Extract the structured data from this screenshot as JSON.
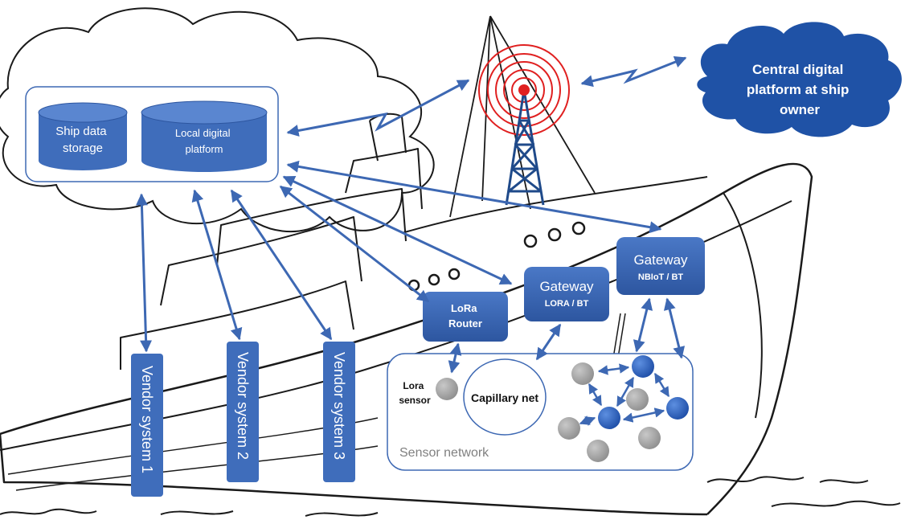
{
  "nodes": {
    "ship_storage": "Ship data\nstorage",
    "local_platform": "Local digital\nplatform",
    "central_platform": "Central digital\nplatform at ship\nowner",
    "gateway_nbiot": {
      "title": "Gateway",
      "subtitle": "NBIoT / BT"
    },
    "gateway_lora": {
      "title": "Gateway",
      "subtitle": "LORA / BT"
    },
    "lora_router": "LoRa\nRouter",
    "vendor1": "Vendor system 1",
    "vendor2": "Vendor system 2",
    "vendor3": "Vendor system 3",
    "lora_sensor": "Lora\nsensor",
    "capillary_net": "Capillary net",
    "sensor_network": "Sensor network"
  },
  "colors": {
    "node_blue": "#3f6dbb",
    "node_blue_dark": "#2d56a0",
    "arrow": "#3d68b3",
    "cloud": "#1f52a6",
    "antenna_red": "#e02020",
    "sensor_grey": "#a6a6a6",
    "outline": "#1a1a1a"
  }
}
